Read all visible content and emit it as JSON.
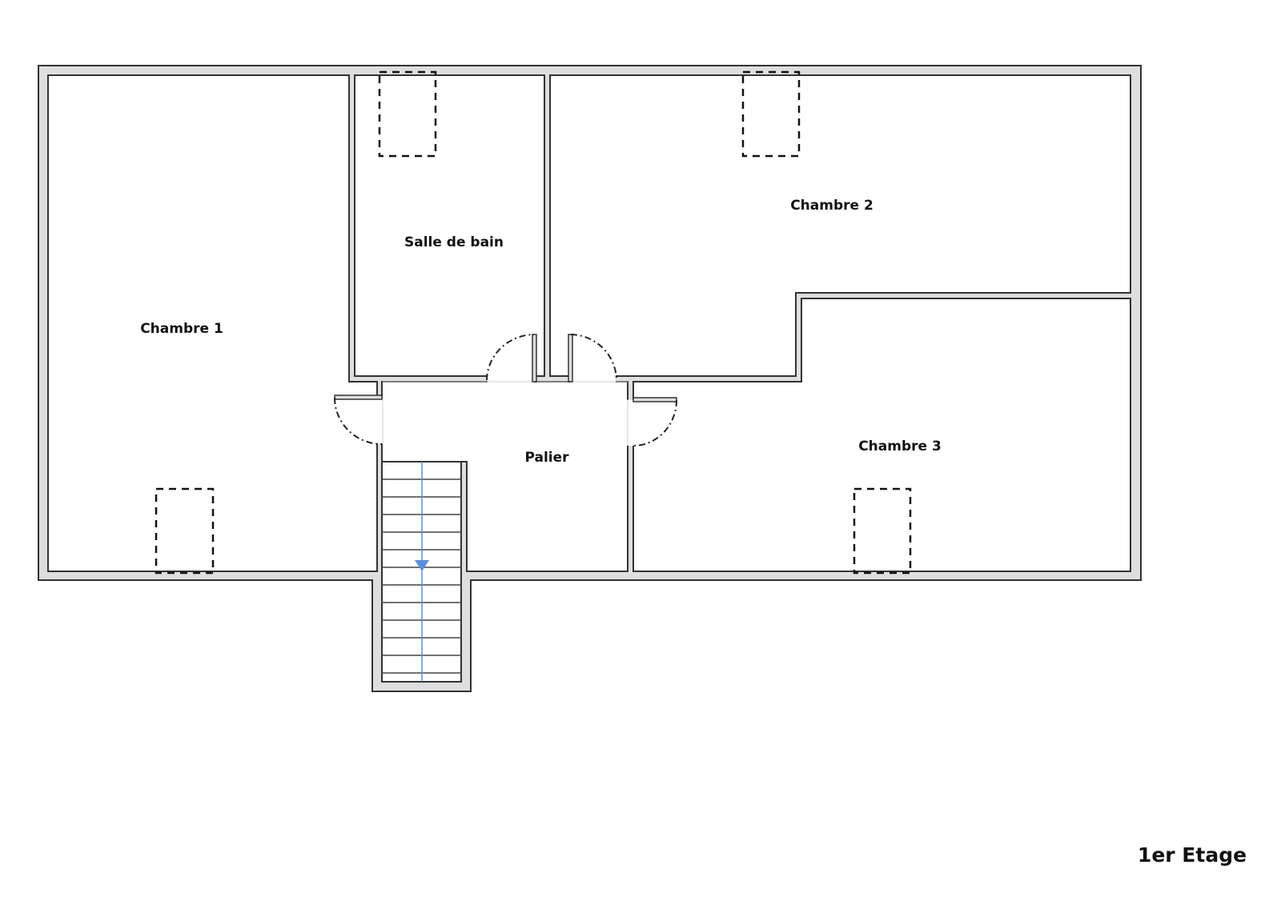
{
  "plan": {
    "title": "1er Etage",
    "rooms": {
      "chambre1": "Chambre 1",
      "salle_de_bain": "Salle de bain",
      "chambre2": "Chambre 2",
      "palier": "Palier",
      "chambre3": "Chambre 3"
    },
    "colors": {
      "wall_fill": "#dedede",
      "wall_line": "#333333",
      "stair_arrow": "#5b8fd9"
    }
  }
}
